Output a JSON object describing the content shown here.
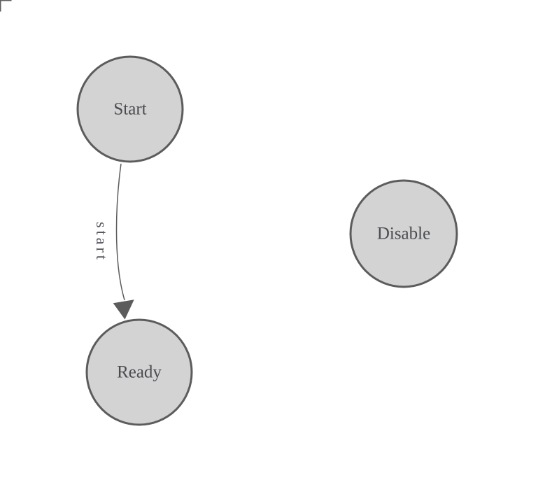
{
  "colors": {
    "background": "#ffffff",
    "node_fill": "#d3d3d3",
    "node_stroke": "#5c5c5c",
    "node_text": "#4b4c50",
    "edge_stroke": "#5c5c5c",
    "edge_label_text": "#54555c",
    "corner_mark": "#5e5e5e"
  },
  "diagram": {
    "type": "state-diagram",
    "nodes": [
      {
        "id": "start",
        "label": "Start"
      },
      {
        "id": "ready",
        "label": "Ready"
      },
      {
        "id": "disable",
        "label": "Disable"
      }
    ],
    "edges": [
      {
        "from": "start",
        "to": "ready",
        "label": "start"
      }
    ]
  }
}
